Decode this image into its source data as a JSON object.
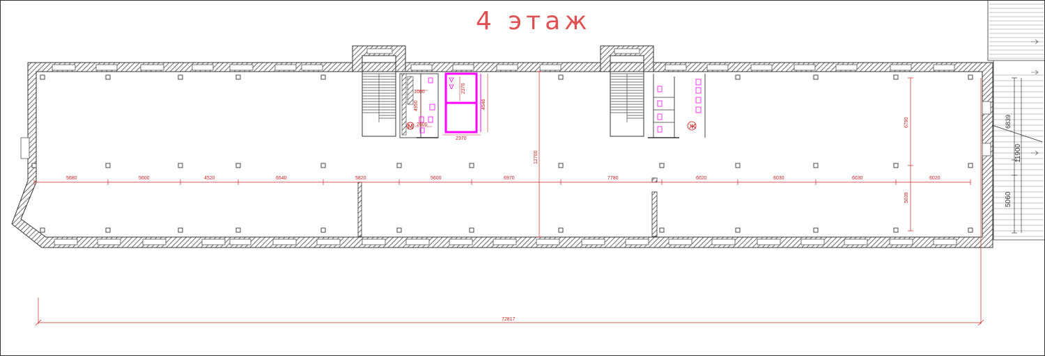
{
  "title": "4   этаж",
  "room_marks": {
    "men": "М",
    "women": "Ж"
  },
  "dims": {
    "horizontal": [
      "5680",
      "5600",
      "4520",
      "6540",
      "5820",
      "5600",
      "6970",
      "7780",
      "6020",
      "6030",
      "6030",
      "6020"
    ],
    "total_length": "72817",
    "span_height": "12700",
    "east_upper": "6790",
    "east_lower": "5039",
    "annex_upper": "6839",
    "annex_mid": "11900",
    "annex_lower": "5060",
    "wc_w1": "1000",
    "wc_h1": "4950",
    "wc_w2": "2600",
    "lift_w_top": "2370",
    "lift_w_bottom": "2370",
    "lift_h": "4546"
  },
  "colors": {
    "wall": "#444444",
    "dimension": "#cc2222",
    "highlight": "#ff00ff",
    "title": "#e05050"
  }
}
